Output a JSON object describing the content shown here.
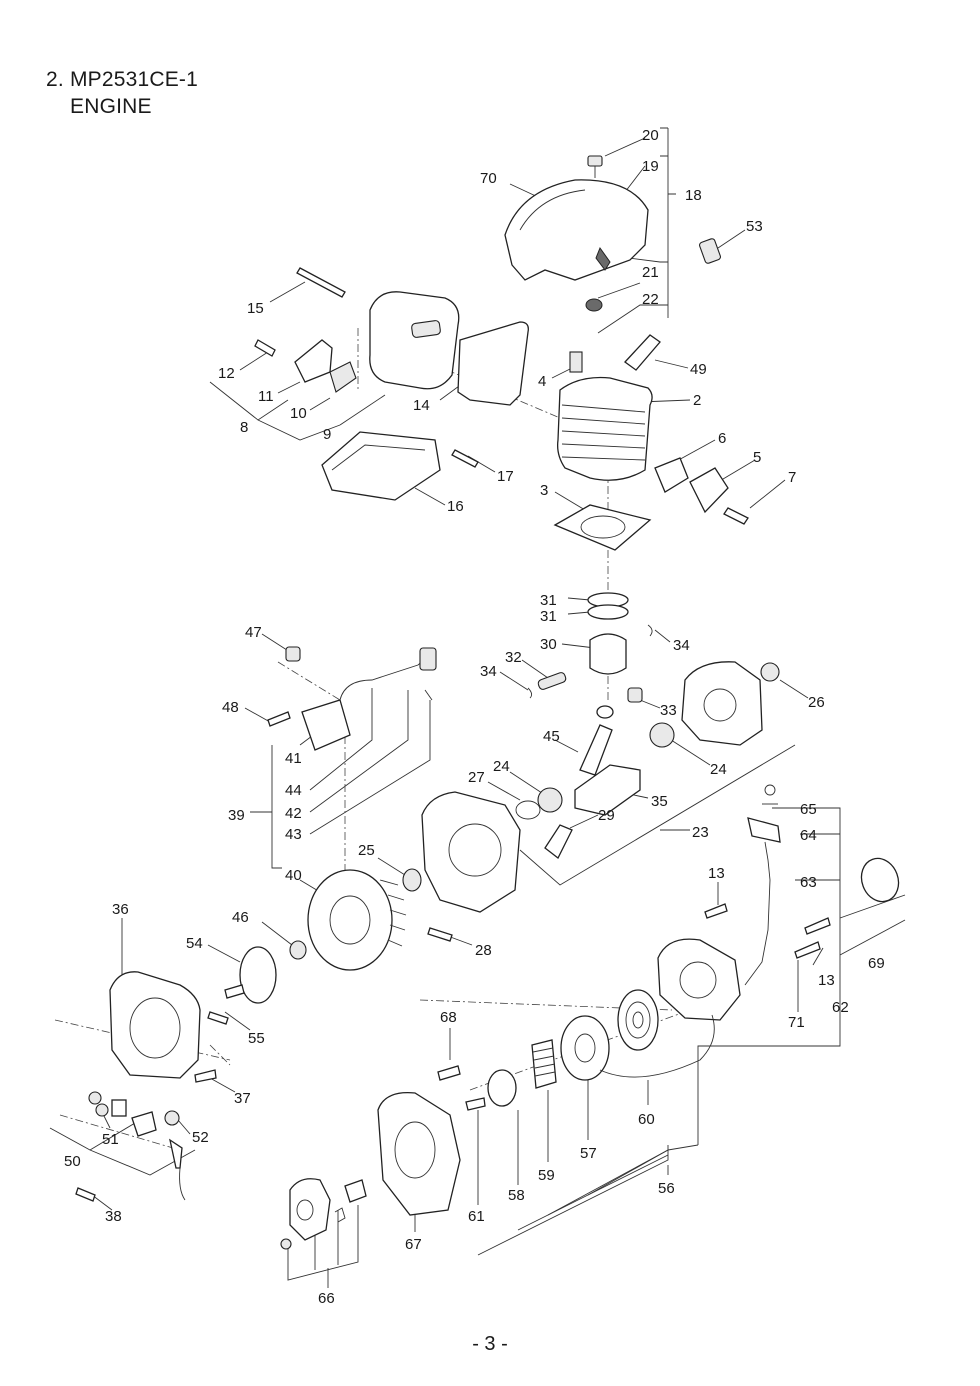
{
  "header": {
    "line1": "2. MP2531CE-1",
    "line2": "ENGINE"
  },
  "footer": {
    "page_number": "- 3 -"
  },
  "callouts": [
    {
      "id": "20",
      "text": "20"
    },
    {
      "id": "19",
      "text": "19"
    },
    {
      "id": "70",
      "text": "70"
    },
    {
      "id": "18",
      "text": "18"
    },
    {
      "id": "53",
      "text": "53"
    },
    {
      "id": "21",
      "text": "21"
    },
    {
      "id": "15",
      "text": "15"
    },
    {
      "id": "22",
      "text": "22"
    },
    {
      "id": "12",
      "text": "12"
    },
    {
      "id": "49",
      "text": "49"
    },
    {
      "id": "4",
      "text": "4"
    },
    {
      "id": "11",
      "text": "11"
    },
    {
      "id": "2",
      "text": "2"
    },
    {
      "id": "14",
      "text": "14"
    },
    {
      "id": "10",
      "text": "10"
    },
    {
      "id": "8",
      "text": "8"
    },
    {
      "id": "9",
      "text": "9"
    },
    {
      "id": "6",
      "text": "6"
    },
    {
      "id": "5",
      "text": "5"
    },
    {
      "id": "17",
      "text": "17"
    },
    {
      "id": "7",
      "text": "7"
    },
    {
      "id": "3",
      "text": "3"
    },
    {
      "id": "16",
      "text": "16"
    },
    {
      "id": "31a",
      "text": "31"
    },
    {
      "id": "31b",
      "text": "31"
    },
    {
      "id": "47",
      "text": "47"
    },
    {
      "id": "30",
      "text": "30"
    },
    {
      "id": "34a",
      "text": "34"
    },
    {
      "id": "32",
      "text": "32"
    },
    {
      "id": "34b",
      "text": "34"
    },
    {
      "id": "26",
      "text": "26"
    },
    {
      "id": "48",
      "text": "48"
    },
    {
      "id": "33",
      "text": "33"
    },
    {
      "id": "45",
      "text": "45"
    },
    {
      "id": "41",
      "text": "41"
    },
    {
      "id": "24a",
      "text": "24"
    },
    {
      "id": "27",
      "text": "27"
    },
    {
      "id": "24b",
      "text": "24"
    },
    {
      "id": "44",
      "text": "44"
    },
    {
      "id": "35",
      "text": "35"
    },
    {
      "id": "42",
      "text": "42"
    },
    {
      "id": "39",
      "text": "39"
    },
    {
      "id": "29",
      "text": "29"
    },
    {
      "id": "65",
      "text": "65"
    },
    {
      "id": "43",
      "text": "43"
    },
    {
      "id": "23",
      "text": "23"
    },
    {
      "id": "64",
      "text": "64"
    },
    {
      "id": "25",
      "text": "25"
    },
    {
      "id": "40",
      "text": "40"
    },
    {
      "id": "13a",
      "text": "13"
    },
    {
      "id": "63",
      "text": "63"
    },
    {
      "id": "36",
      "text": "36"
    },
    {
      "id": "46",
      "text": "46"
    },
    {
      "id": "28",
      "text": "28"
    },
    {
      "id": "54",
      "text": "54"
    },
    {
      "id": "69",
      "text": "69"
    },
    {
      "id": "13b",
      "text": "13"
    },
    {
      "id": "68",
      "text": "68"
    },
    {
      "id": "55",
      "text": "55"
    },
    {
      "id": "71",
      "text": "71"
    },
    {
      "id": "62",
      "text": "62"
    },
    {
      "id": "37",
      "text": "37"
    },
    {
      "id": "60",
      "text": "60"
    },
    {
      "id": "51",
      "text": "51"
    },
    {
      "id": "52",
      "text": "52"
    },
    {
      "id": "57",
      "text": "57"
    },
    {
      "id": "50",
      "text": "50"
    },
    {
      "id": "59",
      "text": "59"
    },
    {
      "id": "56",
      "text": "56"
    },
    {
      "id": "58",
      "text": "58"
    },
    {
      "id": "38",
      "text": "38"
    },
    {
      "id": "61",
      "text": "61"
    },
    {
      "id": "67",
      "text": "67"
    },
    {
      "id": "66",
      "text": "66"
    }
  ]
}
